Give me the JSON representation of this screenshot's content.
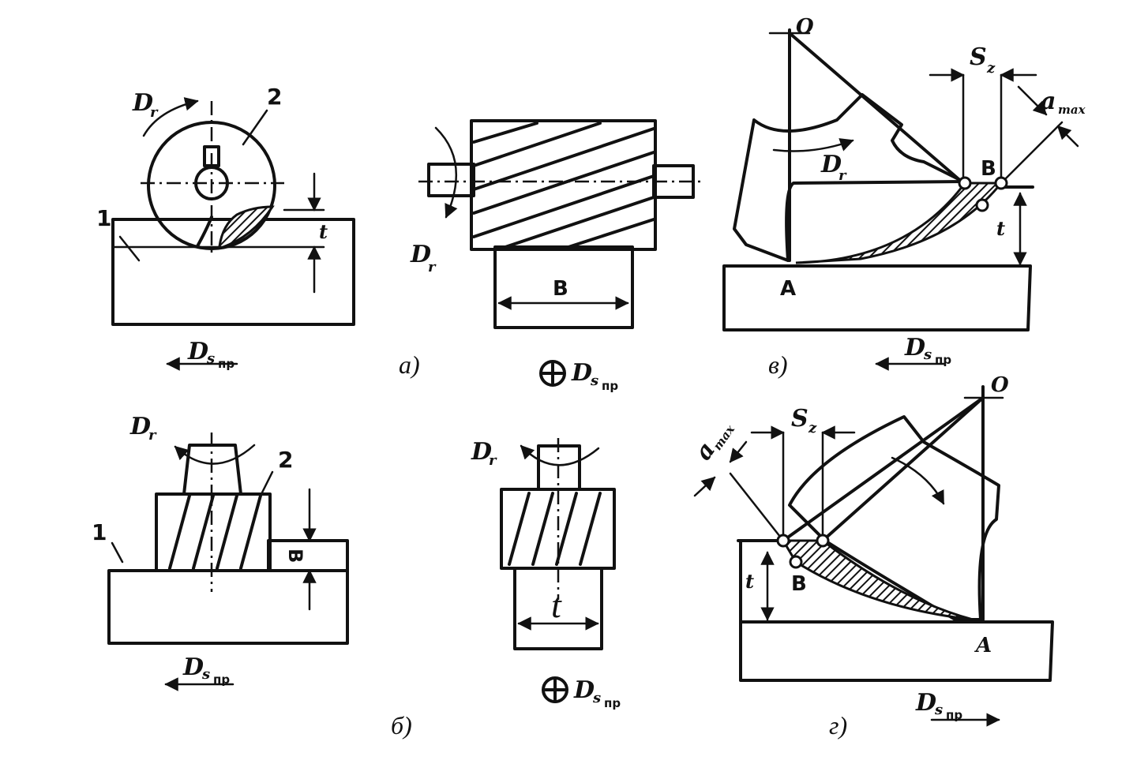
{
  "diagrams": {
    "a": {
      "caption": "а)",
      "workpiece": "1",
      "cutter": "2",
      "rotation": "D",
      "rotation_sub": "r",
      "feed": "D",
      "feed_sub": "s",
      "feed_sub2": "пр",
      "depth": "t",
      "width": "B"
    },
    "b": {
      "caption": "б)",
      "workpiece": "1",
      "cutter": "2",
      "rotation": "D",
      "rotation_sub": "r",
      "feed": "D",
      "feed_sub": "s",
      "feed_sub2": "пр",
      "width": "B",
      "depth": "t"
    },
    "v": {
      "caption": "в)",
      "center": "O",
      "rotation": "D",
      "rotation_sub": "r",
      "feed_per_tooth": "S",
      "feed_per_tooth_sub": "z",
      "thickness": "a",
      "thickness_sub": "max",
      "point_a": "A",
      "point_b": "B",
      "depth": "t",
      "feed": "D",
      "feed_sub": "s",
      "feed_sub2": "пр"
    },
    "g": {
      "caption": "г)",
      "center": "O",
      "feed_per_tooth": "S",
      "feed_per_tooth_sub": "z",
      "thickness": "a",
      "thickness_sub": "max",
      "point_a": "A",
      "point_b": "B",
      "depth": "t",
      "feed": "D",
      "feed_sub": "s",
      "feed_sub2": "пр"
    }
  }
}
